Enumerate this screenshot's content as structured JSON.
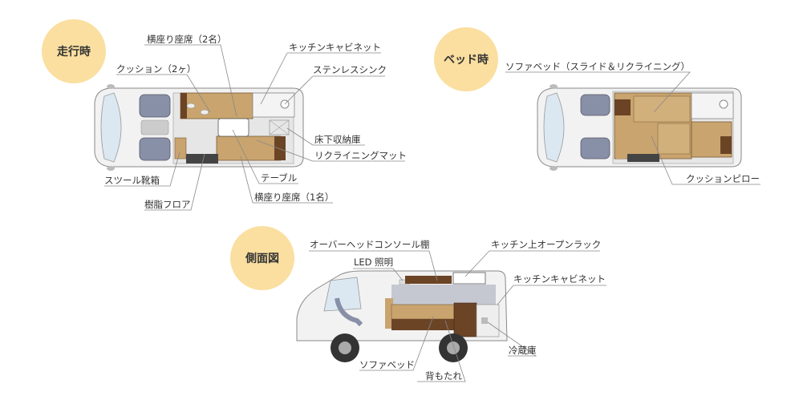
{
  "badges": {
    "driving": "走行時",
    "bed": "ベッド時",
    "side": "側面図"
  },
  "driving_labels": {
    "side_seat_2": "横座り座席（2名）",
    "cushion_2": "クッション（2ヶ）",
    "kitchen_cabinet": "キッチンキャビネット",
    "stainless_sink": "ステンレスシンク",
    "underfloor_storage": "床下収納庫",
    "reclining_mat": "リクライニングマット",
    "table": "テーブル",
    "stool_shoebox": "スツール靴箱",
    "resin_floor": "樹脂フロア",
    "side_seat_1": "横座り座席（1名）"
  },
  "bed_labels": {
    "sofa_bed": "ソファベッド（スライド＆リクライニング）",
    "cushion_pillow": "クッションピロー"
  },
  "side_labels": {
    "overhead_console": "オーバーヘッドコンソール棚",
    "led_light": "LED 照明",
    "kitchen_open_rack": "キッチン上オープンラック",
    "kitchen_cabinet": "キッチンキャビネット",
    "sofa_bed": "ソファベッド",
    "backrest": "背もたれ",
    "fridge": "冷蔵庫"
  },
  "colors": {
    "badge": "#fadfa0",
    "wood": "#c9a46e",
    "dark_wood": "#6b4426",
    "seat": "#8890a8",
    "body": "#f0f0f0",
    "windshield": "#dbe8f2"
  }
}
